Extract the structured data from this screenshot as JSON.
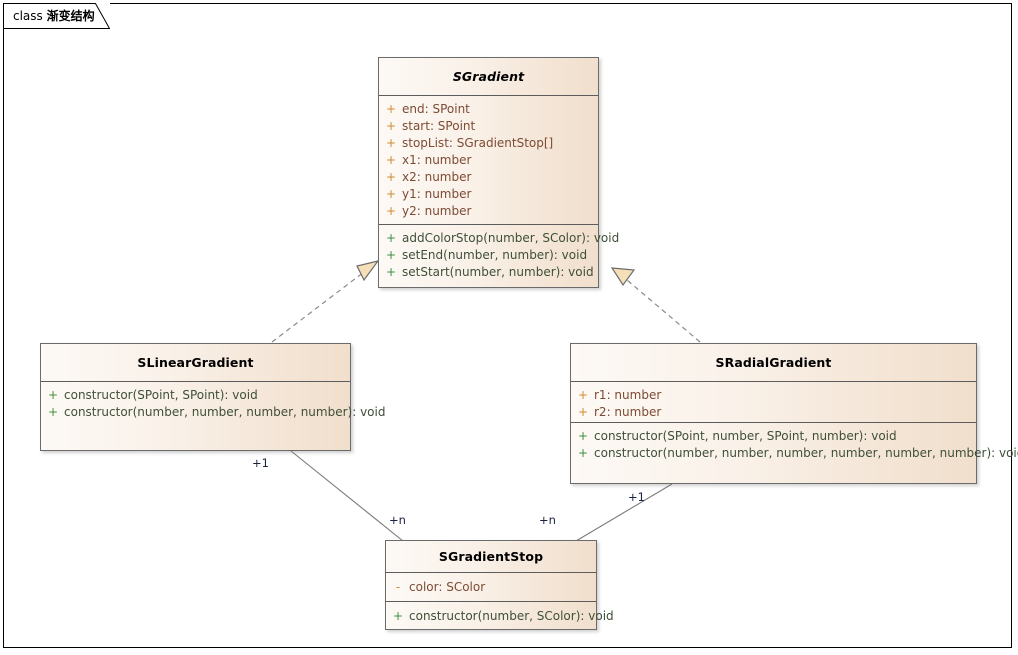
{
  "frame": {
    "tab_prefix": "class ",
    "tab_title": "渐变结构"
  },
  "classes": {
    "sgradient": {
      "name": "SGradient",
      "abstract": true,
      "attributes": [
        {
          "visibility": "+",
          "text": "end: SPoint"
        },
        {
          "visibility": "+",
          "text": "start: SPoint"
        },
        {
          "visibility": "+",
          "text": "stopList: SGradientStop[]"
        },
        {
          "visibility": "+",
          "text": "x1: number"
        },
        {
          "visibility": "+",
          "text": "x2: number"
        },
        {
          "visibility": "+",
          "text": "y1: number"
        },
        {
          "visibility": "+",
          "text": "y2: number"
        }
      ],
      "methods": [
        {
          "visibility": "+",
          "text": "addColorStop(number, SColor): void"
        },
        {
          "visibility": "+",
          "text": "setEnd(number, number): void"
        },
        {
          "visibility": "+",
          "text": "setStart(number, number): void"
        }
      ]
    },
    "slineargradient": {
      "name": "SLinearGradient",
      "abstract": false,
      "attributes": [],
      "methods": [
        {
          "visibility": "+",
          "text": "constructor(SPoint, SPoint): void"
        },
        {
          "visibility": "+",
          "text": "constructor(number, number, number, number): void"
        }
      ]
    },
    "sradialgradient": {
      "name": "SRadialGradient",
      "abstract": false,
      "attributes": [
        {
          "visibility": "+",
          "text": "r1: number"
        },
        {
          "visibility": "+",
          "text": "r2: number"
        }
      ],
      "methods": [
        {
          "visibility": "+",
          "text": "constructor(SPoint, number, SPoint, number): void"
        },
        {
          "visibility": "+",
          "text": "constructor(number, number, number, number, number, number): void"
        }
      ]
    },
    "sgradientstop": {
      "name": "SGradientStop",
      "abstract": false,
      "attributes": [
        {
          "visibility": "-",
          "text": "color: SColor"
        }
      ],
      "methods": [
        {
          "visibility": "+",
          "text": "constructor(number, SColor): void"
        }
      ]
    }
  },
  "relations": {
    "linear_realizes": {
      "type": "realization",
      "from": "SLinearGradient",
      "to": "SGradient"
    },
    "radial_realizes": {
      "type": "realization",
      "from": "SRadialGradient",
      "to": "SGradient"
    },
    "linear_stop": {
      "type": "association",
      "from": "SLinearGradient",
      "to": "SGradientStop",
      "source_label": "+1",
      "target_label": "+n"
    },
    "radial_stop": {
      "type": "association",
      "from": "SRadialGradient",
      "to": "SGradientStop",
      "source_label": "+1",
      "target_label": "+n"
    }
  },
  "colors": {
    "box_fill_light": "#fdf9f5",
    "box_fill_dark": "#f1dfcd",
    "box_border": "#6b6b6b",
    "attribute_text": "#7d4a33",
    "attribute_marker": "#d08c2e",
    "method_text": "#3e4f38",
    "method_marker": "#3f8f3f",
    "connector": "#7a7a7a",
    "arrow_fill": "#f5dfb8",
    "label_text": "#1a2340"
  }
}
